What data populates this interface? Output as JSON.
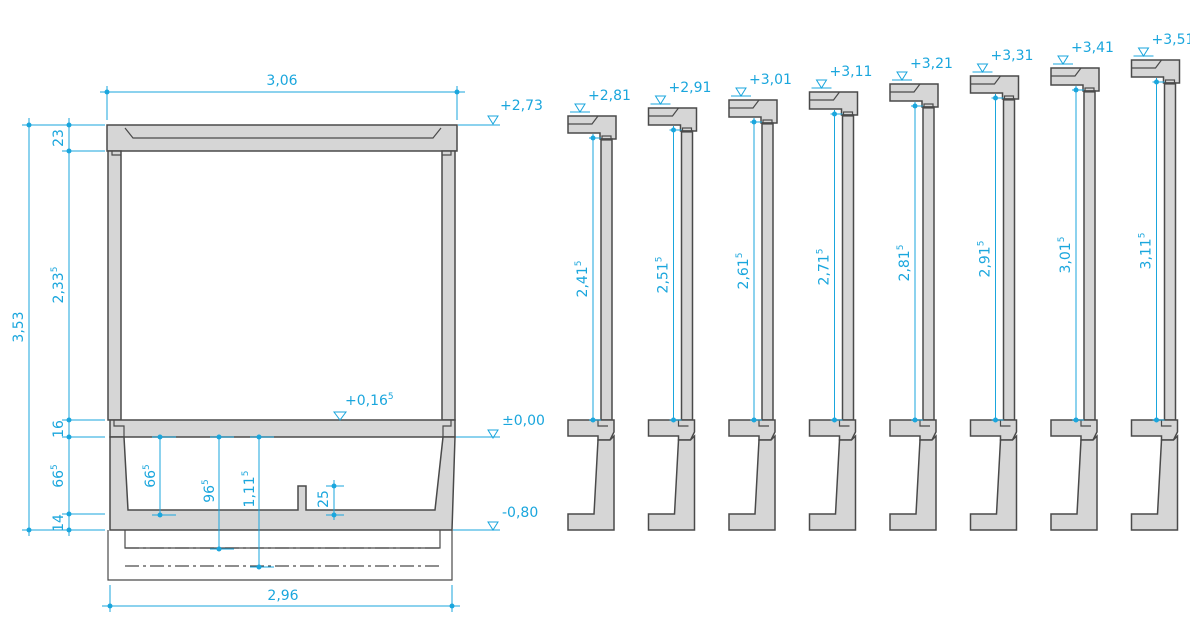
{
  "main_section": {
    "width_top": "3,06",
    "width_bottom": "2,96",
    "total_height": "3,53",
    "dim_23": "23",
    "dim_233": "2,33",
    "dim_233_sup": "5",
    "dim_16": "16",
    "dim_665_left": "66",
    "dim_665_left_sup": "5",
    "dim_14": "14",
    "dim_665_inner": "66",
    "dim_665_inner_sup": "5",
    "dim_965": "96",
    "dim_965_sup": "5",
    "dim_1115": "1,11",
    "dim_1115_sup": "5",
    "dim_25": "25",
    "level_top": "+2,73",
    "level_floor": "+0,16",
    "level_floor_sup": "5",
    "level_zero": "±0,00",
    "level_bottom": "-0,80"
  },
  "variants": [
    {
      "level": "+2,81",
      "height": "2,41",
      "height_sup": "5"
    },
    {
      "level": "+2,91",
      "height": "2,51",
      "height_sup": "5"
    },
    {
      "level": "+3,01",
      "height": "2,61",
      "height_sup": "5"
    },
    {
      "level": "+3,11",
      "height": "2,71",
      "height_sup": "5"
    },
    {
      "level": "+3,21",
      "height": "2,81",
      "height_sup": "5"
    },
    {
      "level": "+3,31",
      "height": "2,91",
      "height_sup": "5"
    },
    {
      "level": "+3,41",
      "height": "3,01",
      "height_sup": "5"
    },
    {
      "level": "+3,51",
      "height": "3,11",
      "height_sup": "5"
    }
  ],
  "colors": {
    "dimension": "#1aa6dd",
    "wall_fill": "#d6d6d6",
    "outline": "#4a4a4a"
  }
}
